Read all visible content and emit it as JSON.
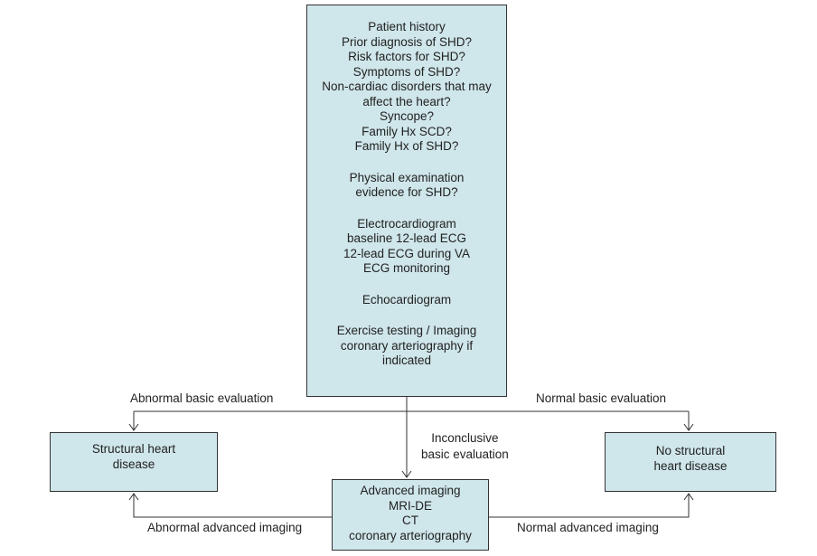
{
  "main_box": {
    "history": [
      "Patient history",
      "Prior diagnosis of SHD?",
      "Risk factors for SHD?",
      "Symptoms of SHD?",
      "Non-cardiac disorders that may",
      "affect the heart?",
      "Syncope?",
      "Family Hx SCD?",
      "Family Hx of SHD?"
    ],
    "exam": [
      "Physical examination",
      "evidence for SHD?"
    ],
    "ecg": [
      "Electrocardiogram",
      "baseline 12-lead ECG",
      "12-lead ECG during VA",
      "ECG monitoring"
    ],
    "echo": [
      "Echocardiogram"
    ],
    "exercise": [
      "Exercise testing / Imaging",
      "coronary arteriography if",
      "indicated"
    ]
  },
  "left_box": [
    "Structural heart",
    "disease"
  ],
  "right_box": [
    "No structural",
    "heart disease"
  ],
  "bottom_box": [
    "Advanced imaging",
    "MRI-DE",
    "CT",
    "coronary arteriography"
  ],
  "edge_labels": {
    "abnormal_basic": "Abnormal basic evaluation",
    "normal_basic": "Normal basic evaluation",
    "inconclusive": [
      "Inconclusive",
      "basic evaluation"
    ],
    "abnormal_advanced": "Abnormal advanced imaging",
    "normal_advanced": "Normal advanced imaging"
  },
  "colors": {
    "box_fill": "#cfe6ea",
    "stroke": "#333333",
    "text": "#222222"
  }
}
